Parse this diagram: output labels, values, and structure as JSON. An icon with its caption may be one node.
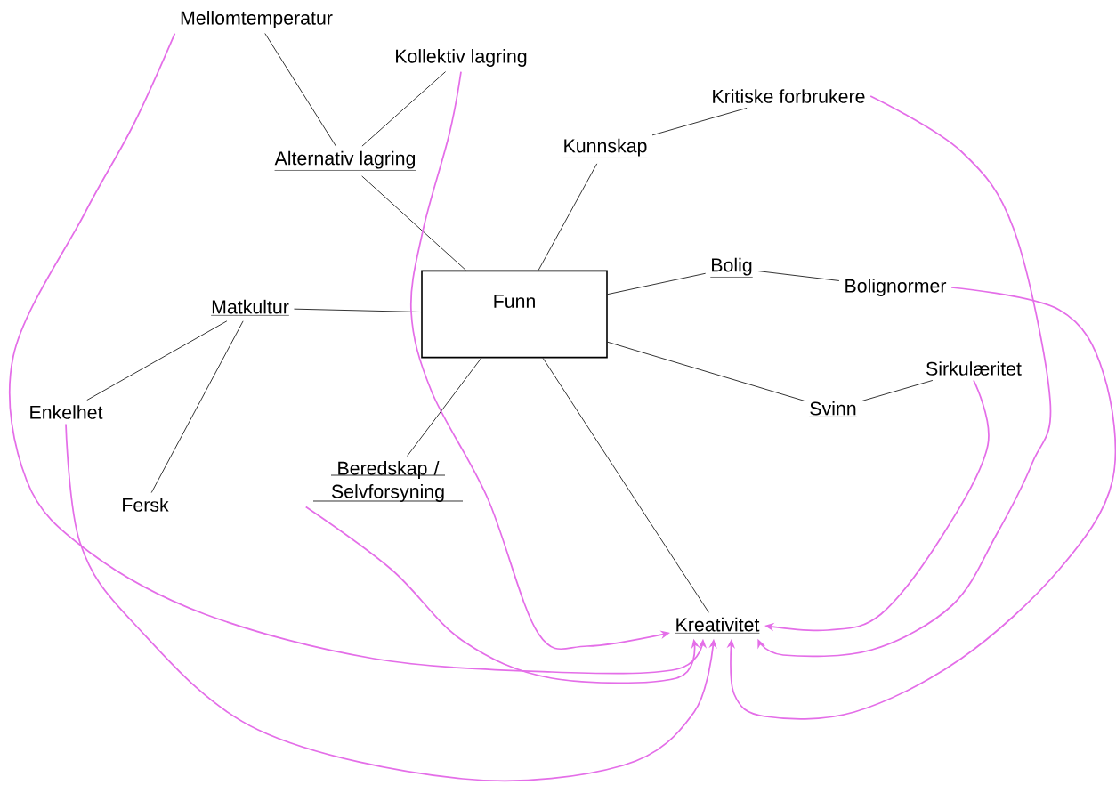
{
  "diagram": {
    "nodes": [
      {
        "text": [
          "Mellomtemperatur"
        ]
      },
      {
        "text": [
          "Kollektiv lagring"
        ]
      },
      {
        "text": [
          "Kritiske forbrukere"
        ]
      },
      {
        "text": [
          "Alternativ lagring"
        ]
      },
      {
        "text": [
          "Kunnskap"
        ]
      },
      {
        "text": [
          "Funn"
        ]
      },
      {
        "text": [
          "Bolig"
        ]
      },
      {
        "text": [
          "Bolignormer"
        ]
      },
      {
        "text": [
          "Matkultur"
        ]
      },
      {
        "text": [
          "Sirkulæritet"
        ]
      },
      {
        "text": [
          "Enkelhet"
        ]
      },
      {
        "text": [
          "Svinn"
        ]
      },
      {
        "text": [
          "Beredskap / Selvforsyning"
        ]
      },
      {
        "text": [
          "Fersk"
        ]
      },
      {
        "text": [
          "Kreativitet"
        ]
      }
    ],
    "edges": [
      {
        "from": 0,
        "to": 3,
        "arrow": "none"
      },
      {
        "from": 1,
        "to": 3,
        "arrow": "none"
      },
      {
        "from": 3,
        "to": 5,
        "arrow": "none"
      },
      {
        "from": 2,
        "to": 4,
        "arrow": "none"
      },
      {
        "from": 4,
        "to": 5,
        "arrow": "none"
      },
      {
        "from": 6,
        "to": 5,
        "arrow": "none"
      },
      {
        "from": 6,
        "to": 7,
        "arrow": "none"
      },
      {
        "from": 8,
        "to": 5,
        "arrow": "none"
      },
      {
        "from": 8,
        "to": 10,
        "arrow": "none"
      },
      {
        "from": 8,
        "to": 13,
        "arrow": "none"
      },
      {
        "from": 5,
        "to": 12,
        "arrow": "none"
      },
      {
        "from": 5,
        "to": 11,
        "arrow": "none"
      },
      {
        "from": 11,
        "to": 9,
        "arrow": "none"
      },
      {
        "from": 5,
        "to": 14,
        "arrow": "none"
      },
      {
        "from": 0,
        "to": 14,
        "arrow": "to",
        "color": "#e46ee8"
      },
      {
        "from": 1,
        "to": 14,
        "arrow": "to",
        "color": "#e46ee8"
      },
      {
        "from": 2,
        "to": 14,
        "arrow": "to",
        "color": "#e46ee8"
      },
      {
        "from": 7,
        "to": 14,
        "arrow": "to",
        "color": "#e46ee8"
      },
      {
        "from": 9,
        "to": 14,
        "arrow": "to",
        "color": "#e46ee8"
      },
      {
        "from": 10,
        "to": 14,
        "arrow": "to",
        "color": "#e46ee8"
      },
      {
        "from": 12,
        "to": 14,
        "arrow": "to",
        "color": "#e46ee8"
      }
    ]
  }
}
